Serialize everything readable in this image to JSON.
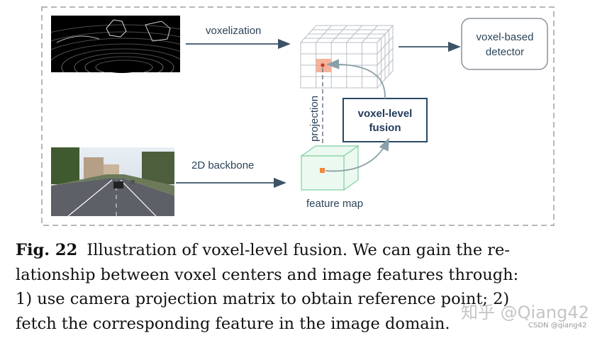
{
  "diagram": {
    "labels": {
      "voxelization": "voxelization",
      "backbone": "2D backbone",
      "projection": "projection",
      "feature_map": "feature map",
      "fusion_line1": "voxel-level",
      "fusion_line2": "fusion",
      "detector_line1": "voxel-based",
      "detector_line2": "detector"
    },
    "colors": {
      "border": "#9aa0a6",
      "arrow": "#3d5266",
      "grid": "#b8bec6",
      "highlight_cell": "#f4a68a",
      "ref_point": "#c0392b",
      "feature_map": "#7fd0a0",
      "feature_point": "#ee8a3a",
      "curve": "#8aa0a8",
      "fusion_border": "#2a4766"
    }
  },
  "caption": {
    "fig_label": "Fig. 22",
    "lines": [
      "Illustration of voxel-level fusion. We can gain the re-",
      "lationship between voxel centers and image features through:",
      "1) use camera projection matrix to obtain reference point; 2)",
      "fetch the corresponding feature in the image domain."
    ]
  },
  "watermark": {
    "main": "知乎 @Qiang42",
    "csdn": "CSDN @qiang42"
  }
}
